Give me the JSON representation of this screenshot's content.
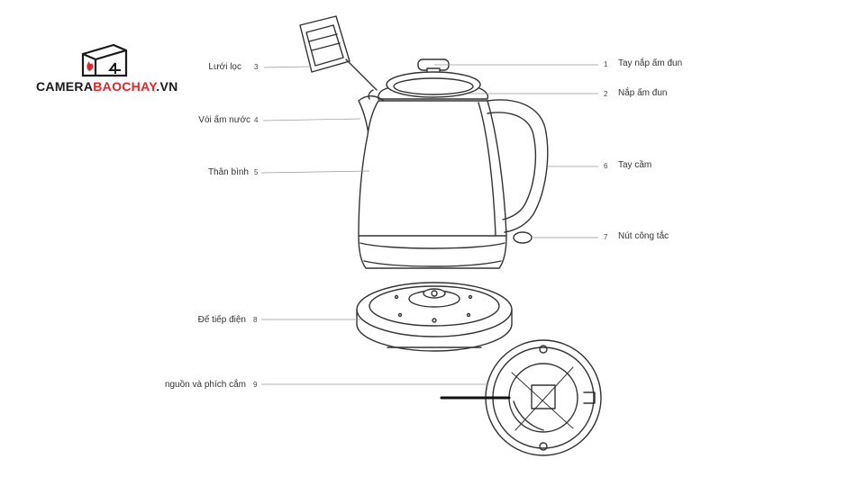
{
  "logo": {
    "part1": "CAMERA",
    "part2": "BAOCHAY",
    "part3": ".VN",
    "accent": "#e3262b"
  },
  "parts": [
    {
      "num": "1",
      "label": "Tay nắp ấm đun"
    },
    {
      "num": "2",
      "label": "Nắp ấm đun"
    },
    {
      "num": "3",
      "label": "Lưới lọc"
    },
    {
      "num": "4",
      "label": "Vòi ấm nước"
    },
    {
      "num": "5",
      "label": "Thân bình"
    },
    {
      "num": "6",
      "label": "Tay cầm"
    },
    {
      "num": "7",
      "label": "Nút công tắc"
    },
    {
      "num": "8",
      "label": "Đế tiếp điện"
    },
    {
      "num": "9",
      "label": "nguồn và phích cắm"
    }
  ]
}
